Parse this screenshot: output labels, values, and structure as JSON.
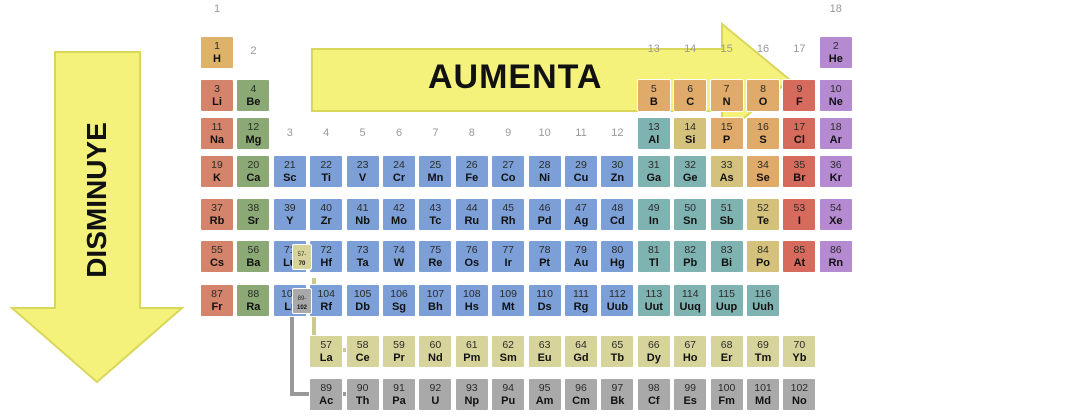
{
  "labels": {
    "aumenta": "AUMENTA",
    "disminuye": "DISMINUYE"
  },
  "colors": {
    "arrow_fill": "#f4f27a",
    "arrow_stroke": "#d9d65a",
    "alkali": "#d4846a",
    "alkaline_earth": "#8aa974",
    "transition": "#7b9fd6",
    "post_transition": "#7fb3b1",
    "metalloid": "#d4c27c",
    "nonmetal": "#dfaa6a",
    "halogen": "#d66a5c",
    "noble_gas": "#b58ad1",
    "hydrogen": "#dfb26a",
    "lanthanide": "#d6d49a",
    "actinide": "#a9a9a9",
    "connector_lanthanide": "#c9c990",
    "connector_actinide": "#999999"
  },
  "group_numbers": [
    {
      "label": "1",
      "col": 1
    },
    {
      "label": "2",
      "col": 2
    },
    {
      "label": "3",
      "col": 3
    },
    {
      "label": "4",
      "col": 4
    },
    {
      "label": "5",
      "col": 5
    },
    {
      "label": "6",
      "col": 6
    },
    {
      "label": "7",
      "col": 7
    },
    {
      "label": "8",
      "col": 8
    },
    {
      "label": "9",
      "col": 9
    },
    {
      "label": "10",
      "col": 10
    },
    {
      "label": "11",
      "col": 11
    },
    {
      "label": "12",
      "col": 12
    },
    {
      "label": "13",
      "col": 13
    },
    {
      "label": "14",
      "col": 14
    },
    {
      "label": "15",
      "col": 15
    },
    {
      "label": "16",
      "col": 16
    },
    {
      "label": "17",
      "col": 17
    },
    {
      "label": "18",
      "col": 18
    }
  ],
  "elements": [
    {
      "n": "1",
      "s": "H",
      "c": 1,
      "r": 1,
      "cat": "hydrogen"
    },
    {
      "n": "2",
      "s": "He",
      "c": 18,
      "r": 1,
      "cat": "noble_gas"
    },
    {
      "n": "3",
      "s": "Li",
      "c": 1,
      "r": 2,
      "cat": "alkali"
    },
    {
      "n": "4",
      "s": "Be",
      "c": 2,
      "r": 2,
      "cat": "alkaline_earth"
    },
    {
      "n": "5",
      "s": "B",
      "c": 13,
      "r": 2,
      "cat": "nonmetal"
    },
    {
      "n": "6",
      "s": "C",
      "c": 14,
      "r": 2,
      "cat": "nonmetal"
    },
    {
      "n": "7",
      "s": "N",
      "c": 15,
      "r": 2,
      "cat": "nonmetal"
    },
    {
      "n": "8",
      "s": "O",
      "c": 16,
      "r": 2,
      "cat": "nonmetal"
    },
    {
      "n": "9",
      "s": "F",
      "c": 17,
      "r": 2,
      "cat": "halogen"
    },
    {
      "n": "10",
      "s": "Ne",
      "c": 18,
      "r": 2,
      "cat": "noble_gas"
    },
    {
      "n": "11",
      "s": "Na",
      "c": 1,
      "r": 3,
      "cat": "alkali"
    },
    {
      "n": "12",
      "s": "Mg",
      "c": 2,
      "r": 3,
      "cat": "alkaline_earth"
    },
    {
      "n": "13",
      "s": "Al",
      "c": 13,
      "r": 3,
      "cat": "post_transition"
    },
    {
      "n": "14",
      "s": "Si",
      "c": 14,
      "r": 3,
      "cat": "metalloid"
    },
    {
      "n": "15",
      "s": "P",
      "c": 15,
      "r": 3,
      "cat": "nonmetal"
    },
    {
      "n": "16",
      "s": "S",
      "c": 16,
      "r": 3,
      "cat": "nonmetal"
    },
    {
      "n": "17",
      "s": "Cl",
      "c": 17,
      "r": 3,
      "cat": "halogen"
    },
    {
      "n": "18",
      "s": "Ar",
      "c": 18,
      "r": 3,
      "cat": "noble_gas"
    },
    {
      "n": "19",
      "s": "K",
      "c": 1,
      "r": 4,
      "cat": "alkali"
    },
    {
      "n": "20",
      "s": "Ca",
      "c": 2,
      "r": 4,
      "cat": "alkaline_earth"
    },
    {
      "n": "21",
      "s": "Sc",
      "c": 3,
      "r": 4,
      "cat": "transition"
    },
    {
      "n": "22",
      "s": "Ti",
      "c": 4,
      "r": 4,
      "cat": "transition"
    },
    {
      "n": "23",
      "s": "V",
      "c": 5,
      "r": 4,
      "cat": "transition"
    },
    {
      "n": "24",
      "s": "Cr",
      "c": 6,
      "r": 4,
      "cat": "transition"
    },
    {
      "n": "25",
      "s": "Mn",
      "c": 7,
      "r": 4,
      "cat": "transition"
    },
    {
      "n": "26",
      "s": "Fe",
      "c": 8,
      "r": 4,
      "cat": "transition"
    },
    {
      "n": "27",
      "s": "Co",
      "c": 9,
      "r": 4,
      "cat": "transition"
    },
    {
      "n": "28",
      "s": "Ni",
      "c": 10,
      "r": 4,
      "cat": "transition"
    },
    {
      "n": "29",
      "s": "Cu",
      "c": 11,
      "r": 4,
      "cat": "transition"
    },
    {
      "n": "30",
      "s": "Zn",
      "c": 12,
      "r": 4,
      "cat": "transition"
    },
    {
      "n": "31",
      "s": "Ga",
      "c": 13,
      "r": 4,
      "cat": "post_transition"
    },
    {
      "n": "32",
      "s": "Ge",
      "c": 14,
      "r": 4,
      "cat": "post_transition"
    },
    {
      "n": "33",
      "s": "As",
      "c": 15,
      "r": 4,
      "cat": "metalloid"
    },
    {
      "n": "34",
      "s": "Se",
      "c": 16,
      "r": 4,
      "cat": "nonmetal"
    },
    {
      "n": "35",
      "s": "Br",
      "c": 17,
      "r": 4,
      "cat": "halogen"
    },
    {
      "n": "36",
      "s": "Kr",
      "c": 18,
      "r": 4,
      "cat": "noble_gas"
    },
    {
      "n": "37",
      "s": "Rb",
      "c": 1,
      "r": 5,
      "cat": "alkali"
    },
    {
      "n": "38",
      "s": "Sr",
      "c": 2,
      "r": 5,
      "cat": "alkaline_earth"
    },
    {
      "n": "39",
      "s": "Y",
      "c": 3,
      "r": 5,
      "cat": "transition"
    },
    {
      "n": "40",
      "s": "Zr",
      "c": 4,
      "r": 5,
      "cat": "transition"
    },
    {
      "n": "41",
      "s": "Nb",
      "c": 5,
      "r": 5,
      "cat": "transition"
    },
    {
      "n": "42",
      "s": "Mo",
      "c": 6,
      "r": 5,
      "cat": "transition"
    },
    {
      "n": "43",
      "s": "Tc",
      "c": 7,
      "r": 5,
      "cat": "transition"
    },
    {
      "n": "44",
      "s": "Ru",
      "c": 8,
      "r": 5,
      "cat": "transition"
    },
    {
      "n": "45",
      "s": "Rh",
      "c": 9,
      "r": 5,
      "cat": "transition"
    },
    {
      "n": "46",
      "s": "Pd",
      "c": 10,
      "r": 5,
      "cat": "transition"
    },
    {
      "n": "47",
      "s": "Ag",
      "c": 11,
      "r": 5,
      "cat": "transition"
    },
    {
      "n": "48",
      "s": "Cd",
      "c": 12,
      "r": 5,
      "cat": "transition"
    },
    {
      "n": "49",
      "s": "In",
      "c": 13,
      "r": 5,
      "cat": "post_transition"
    },
    {
      "n": "50",
      "s": "Sn",
      "c": 14,
      "r": 5,
      "cat": "post_transition"
    },
    {
      "n": "51",
      "s": "Sb",
      "c": 15,
      "r": 5,
      "cat": "post_transition"
    },
    {
      "n": "52",
      "s": "Te",
      "c": 16,
      "r": 5,
      "cat": "metalloid"
    },
    {
      "n": "53",
      "s": "I",
      "c": 17,
      "r": 5,
      "cat": "halogen"
    },
    {
      "n": "54",
      "s": "Xe",
      "c": 18,
      "r": 5,
      "cat": "noble_gas"
    },
    {
      "n": "55",
      "s": "Cs",
      "c": 1,
      "r": 6,
      "cat": "alkali"
    },
    {
      "n": "56",
      "s": "Ba",
      "c": 2,
      "r": 6,
      "cat": "alkaline_earth"
    },
    {
      "n": "71",
      "s": "Lu",
      "c": 3,
      "r": 6,
      "cat": "transition"
    },
    {
      "n": "72",
      "s": "Hf",
      "c": 4,
      "r": 6,
      "cat": "transition"
    },
    {
      "n": "73",
      "s": "Ta",
      "c": 5,
      "r": 6,
      "cat": "transition"
    },
    {
      "n": "74",
      "s": "W",
      "c": 6,
      "r": 6,
      "cat": "transition"
    },
    {
      "n": "75",
      "s": "Re",
      "c": 7,
      "r": 6,
      "cat": "transition"
    },
    {
      "n": "76",
      "s": "Os",
      "c": 8,
      "r": 6,
      "cat": "transition"
    },
    {
      "n": "77",
      "s": "Ir",
      "c": 9,
      "r": 6,
      "cat": "transition"
    },
    {
      "n": "78",
      "s": "Pt",
      "c": 10,
      "r": 6,
      "cat": "transition"
    },
    {
      "n": "79",
      "s": "Au",
      "c": 11,
      "r": 6,
      "cat": "transition"
    },
    {
      "n": "80",
      "s": "Hg",
      "c": 12,
      "r": 6,
      "cat": "transition"
    },
    {
      "n": "81",
      "s": "Tl",
      "c": 13,
      "r": 6,
      "cat": "post_transition"
    },
    {
      "n": "82",
      "s": "Pb",
      "c": 14,
      "r": 6,
      "cat": "post_transition"
    },
    {
      "n": "83",
      "s": "Bi",
      "c": 15,
      "r": 6,
      "cat": "post_transition"
    },
    {
      "n": "84",
      "s": "Po",
      "c": 16,
      "r": 6,
      "cat": "metalloid"
    },
    {
      "n": "85",
      "s": "At",
      "c": 17,
      "r": 6,
      "cat": "halogen"
    },
    {
      "n": "86",
      "s": "Rn",
      "c": 18,
      "r": 6,
      "cat": "noble_gas"
    },
    {
      "n": "87",
      "s": "Fr",
      "c": 1,
      "r": 7,
      "cat": "alkali"
    },
    {
      "n": "88",
      "s": "Ra",
      "c": 2,
      "r": 7,
      "cat": "alkaline_earth"
    },
    {
      "n": "103",
      "s": "Lr",
      "c": 3,
      "r": 7,
      "cat": "transition"
    },
    {
      "n": "104",
      "s": "Rf",
      "c": 4,
      "r": 7,
      "cat": "transition"
    },
    {
      "n": "105",
      "s": "Db",
      "c": 5,
      "r": 7,
      "cat": "transition"
    },
    {
      "n": "106",
      "s": "Sg",
      "c": 6,
      "r": 7,
      "cat": "transition"
    },
    {
      "n": "107",
      "s": "Bh",
      "c": 7,
      "r": 7,
      "cat": "transition"
    },
    {
      "n": "108",
      "s": "Hs",
      "c": 8,
      "r": 7,
      "cat": "transition"
    },
    {
      "n": "109",
      "s": "Mt",
      "c": 9,
      "r": 7,
      "cat": "transition"
    },
    {
      "n": "110",
      "s": "Ds",
      "c": 10,
      "r": 7,
      "cat": "transition"
    },
    {
      "n": "111",
      "s": "Rg",
      "c": 11,
      "r": 7,
      "cat": "transition"
    },
    {
      "n": "112",
      "s": "Uub",
      "c": 12,
      "r": 7,
      "cat": "transition"
    },
    {
      "n": "113",
      "s": "Uut",
      "c": 13,
      "r": 7,
      "cat": "post_transition"
    },
    {
      "n": "114",
      "s": "Uuq",
      "c": 14,
      "r": 7,
      "cat": "post_transition"
    },
    {
      "n": "115",
      "s": "Uup",
      "c": 15,
      "r": 7,
      "cat": "post_transition"
    },
    {
      "n": "116",
      "s": "Uuh",
      "c": 16,
      "r": 7,
      "cat": "post_transition"
    },
    {
      "n": "57",
      "s": "La",
      "c": 4,
      "r": 9,
      "cat": "lanthanide"
    },
    {
      "n": "58",
      "s": "Ce",
      "c": 5,
      "r": 9,
      "cat": "lanthanide"
    },
    {
      "n": "59",
      "s": "Pr",
      "c": 6,
      "r": 9,
      "cat": "lanthanide"
    },
    {
      "n": "60",
      "s": "Nd",
      "c": 7,
      "r": 9,
      "cat": "lanthanide"
    },
    {
      "n": "61",
      "s": "Pm",
      "c": 8,
      "r": 9,
      "cat": "lanthanide"
    },
    {
      "n": "62",
      "s": "Sm",
      "c": 9,
      "r": 9,
      "cat": "lanthanide"
    },
    {
      "n": "63",
      "s": "Eu",
      "c": 10,
      "r": 9,
      "cat": "lanthanide"
    },
    {
      "n": "64",
      "s": "Gd",
      "c": 11,
      "r": 9,
      "cat": "lanthanide"
    },
    {
      "n": "65",
      "s": "Tb",
      "c": 12,
      "r": 9,
      "cat": "lanthanide"
    },
    {
      "n": "66",
      "s": "Dy",
      "c": 13,
      "r": 9,
      "cat": "lanthanide"
    },
    {
      "n": "67",
      "s": "Ho",
      "c": 14,
      "r": 9,
      "cat": "lanthanide"
    },
    {
      "n": "68",
      "s": "Er",
      "c": 15,
      "r": 9,
      "cat": "lanthanide"
    },
    {
      "n": "69",
      "s": "Tm",
      "c": 16,
      "r": 9,
      "cat": "lanthanide"
    },
    {
      "n": "70",
      "s": "Yb",
      "c": 17,
      "r": 9,
      "cat": "lanthanide"
    },
    {
      "n": "89",
      "s": "Ac",
      "c": 4,
      "r": 10,
      "cat": "actinide"
    },
    {
      "n": "90",
      "s": "Th",
      "c": 5,
      "r": 10,
      "cat": "actinide"
    },
    {
      "n": "91",
      "s": "Pa",
      "c": 6,
      "r": 10,
      "cat": "actinide"
    },
    {
      "n": "92",
      "s": "U",
      "c": 7,
      "r": 10,
      "cat": "actinide"
    },
    {
      "n": "93",
      "s": "Np",
      "c": 8,
      "r": 10,
      "cat": "actinide"
    },
    {
      "n": "94",
      "s": "Pu",
      "c": 9,
      "r": 10,
      "cat": "actinide"
    },
    {
      "n": "95",
      "s": "Am",
      "c": 10,
      "r": 10,
      "cat": "actinide"
    },
    {
      "n": "96",
      "s": "Cm",
      "c": 11,
      "r": 10,
      "cat": "actinide"
    },
    {
      "n": "97",
      "s": "Bk",
      "c": 12,
      "r": 10,
      "cat": "actinide"
    },
    {
      "n": "98",
      "s": "Cf",
      "c": 13,
      "r": 10,
      "cat": "actinide"
    },
    {
      "n": "99",
      "s": "Es",
      "c": 14,
      "r": 10,
      "cat": "actinide"
    },
    {
      "n": "100",
      "s": "Fm",
      "c": 15,
      "r": 10,
      "cat": "actinide"
    },
    {
      "n": "101",
      "s": "Md",
      "c": 16,
      "r": 10,
      "cat": "actinide"
    },
    {
      "n": "102",
      "s": "No",
      "c": 17,
      "r": 10,
      "cat": "actinide"
    }
  ],
  "placeholders": [
    {
      "n": "57-",
      "s": "70",
      "r": 6,
      "cat": "lanthanide"
    },
    {
      "n": "89-",
      "s": "102",
      "r": 7,
      "cat": "actinide"
    }
  ]
}
